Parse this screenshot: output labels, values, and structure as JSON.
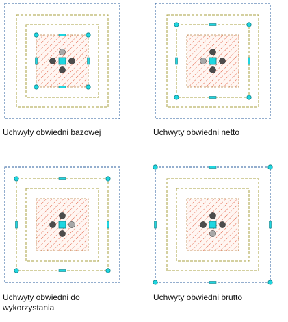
{
  "colors": {
    "outer_dash": "#2a5d9e",
    "boundary_dash": "#a8a040",
    "hatch": "#e0573a",
    "hatch_fill": "#fff6f2",
    "grip_cyan": "#1fd6e0",
    "grip_outline": "#0e7f86",
    "grip_dark": "#4c4c4c",
    "grip_gray": "#a8a8a8",
    "caption_text": "#111111"
  },
  "icons": {
    "corner_grip": "cyan-circle",
    "edge_grip": "cyan-bar",
    "center_grip": "cyan-square",
    "direction_grip": "gray-circle"
  },
  "panels": [
    {
      "id": "base",
      "caption": "Uchwyty obwiedni bazowej",
      "active_ring": "base",
      "highlighted_direction": "top"
    },
    {
      "id": "net",
      "caption": "Uchwyty obwiedni netto",
      "active_ring": "net",
      "highlighted_direction": "left"
    },
    {
      "id": "usable",
      "caption": "Uchwyty obwiedni do\nwykorzystania",
      "active_ring": "usable",
      "highlighted_direction": "right"
    },
    {
      "id": "gross",
      "caption": "Uchwyty obwiedni brutto",
      "active_ring": "gross",
      "highlighted_direction": "bottom"
    }
  ]
}
